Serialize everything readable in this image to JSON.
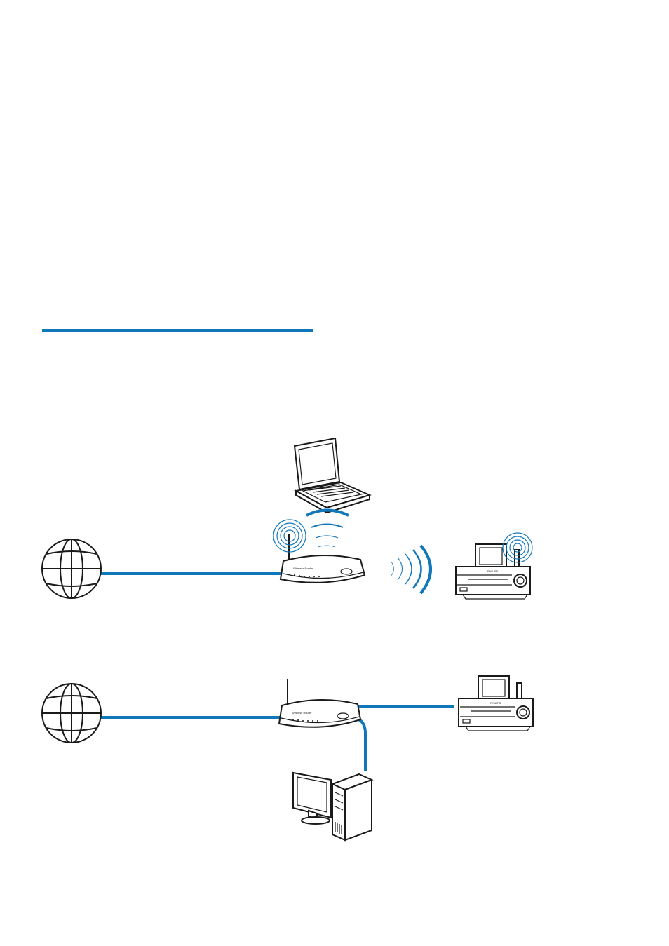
{
  "colors": {
    "accent": "#1177bb",
    "ink": "#1a1a1a",
    "background": "#ffffff"
  },
  "section_rule": {
    "color": "#1177bb"
  },
  "diagrams": [
    {
      "id": "wireless",
      "nodes": [
        "globe-icon",
        "laptop-icon",
        "wireless-router-icon",
        "micro-hifi-system-icon"
      ],
      "links": [
        {
          "from": "globe-icon",
          "to": "wireless-router-icon",
          "kind": "wired"
        },
        {
          "from": "wireless-router-icon",
          "to": "laptop-icon",
          "kind": "wireless"
        },
        {
          "from": "wireless-router-icon",
          "to": "micro-hifi-system-icon",
          "kind": "wireless"
        }
      ]
    },
    {
      "id": "wired",
      "nodes": [
        "globe-icon",
        "router-icon",
        "micro-hifi-system-icon",
        "desktop-computer-icon"
      ],
      "links": [
        {
          "from": "globe-icon",
          "to": "router-icon",
          "kind": "wired"
        },
        {
          "from": "router-icon",
          "to": "micro-hifi-system-icon",
          "kind": "wired"
        },
        {
          "from": "router-icon",
          "to": "desktop-computer-icon",
          "kind": "wired"
        }
      ]
    }
  ],
  "device_logo_text": "PHILIPS"
}
